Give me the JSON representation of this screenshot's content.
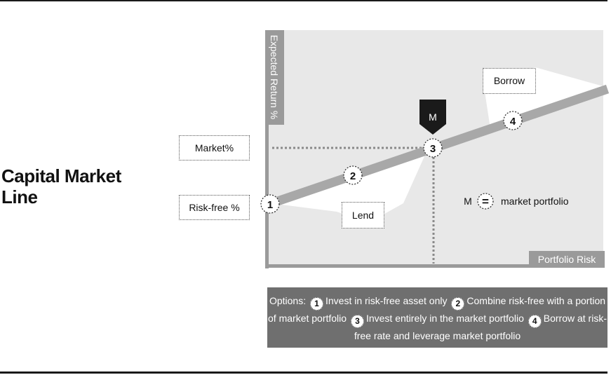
{
  "title": "Capital Market Line",
  "axes": {
    "y_label": "Expected Return %",
    "x_label": "Portfolio Risk"
  },
  "level_labels": {
    "market": "Market%",
    "risk_free": "Risk-free %"
  },
  "callouts": {
    "lend": "Lend",
    "borrow": "Borrow",
    "marker": "M"
  },
  "points": [
    "1",
    "2",
    "3",
    "4"
  ],
  "definition": {
    "symbol": "M",
    "operator": "=",
    "text": "market portfolio"
  },
  "options": {
    "prefix": "Options:",
    "items": [
      {
        "number": "1",
        "text": "Invest in risk-free asset only"
      },
      {
        "number": "2",
        "text": "Combine risk-free with a portion of market portfolio"
      },
      {
        "number": "3",
        "text": "Invest entirely in the market portfolio"
      },
      {
        "number": "4",
        "text": "Borrow at risk-free rate and leverage market portfolio"
      }
    ]
  },
  "colors": {
    "line": "#a8a8a8",
    "panel": "#e8e8e8",
    "axis": "#9a9a9a",
    "legend_bg": "#6f6f6f",
    "marker": "#1a1a1a"
  }
}
